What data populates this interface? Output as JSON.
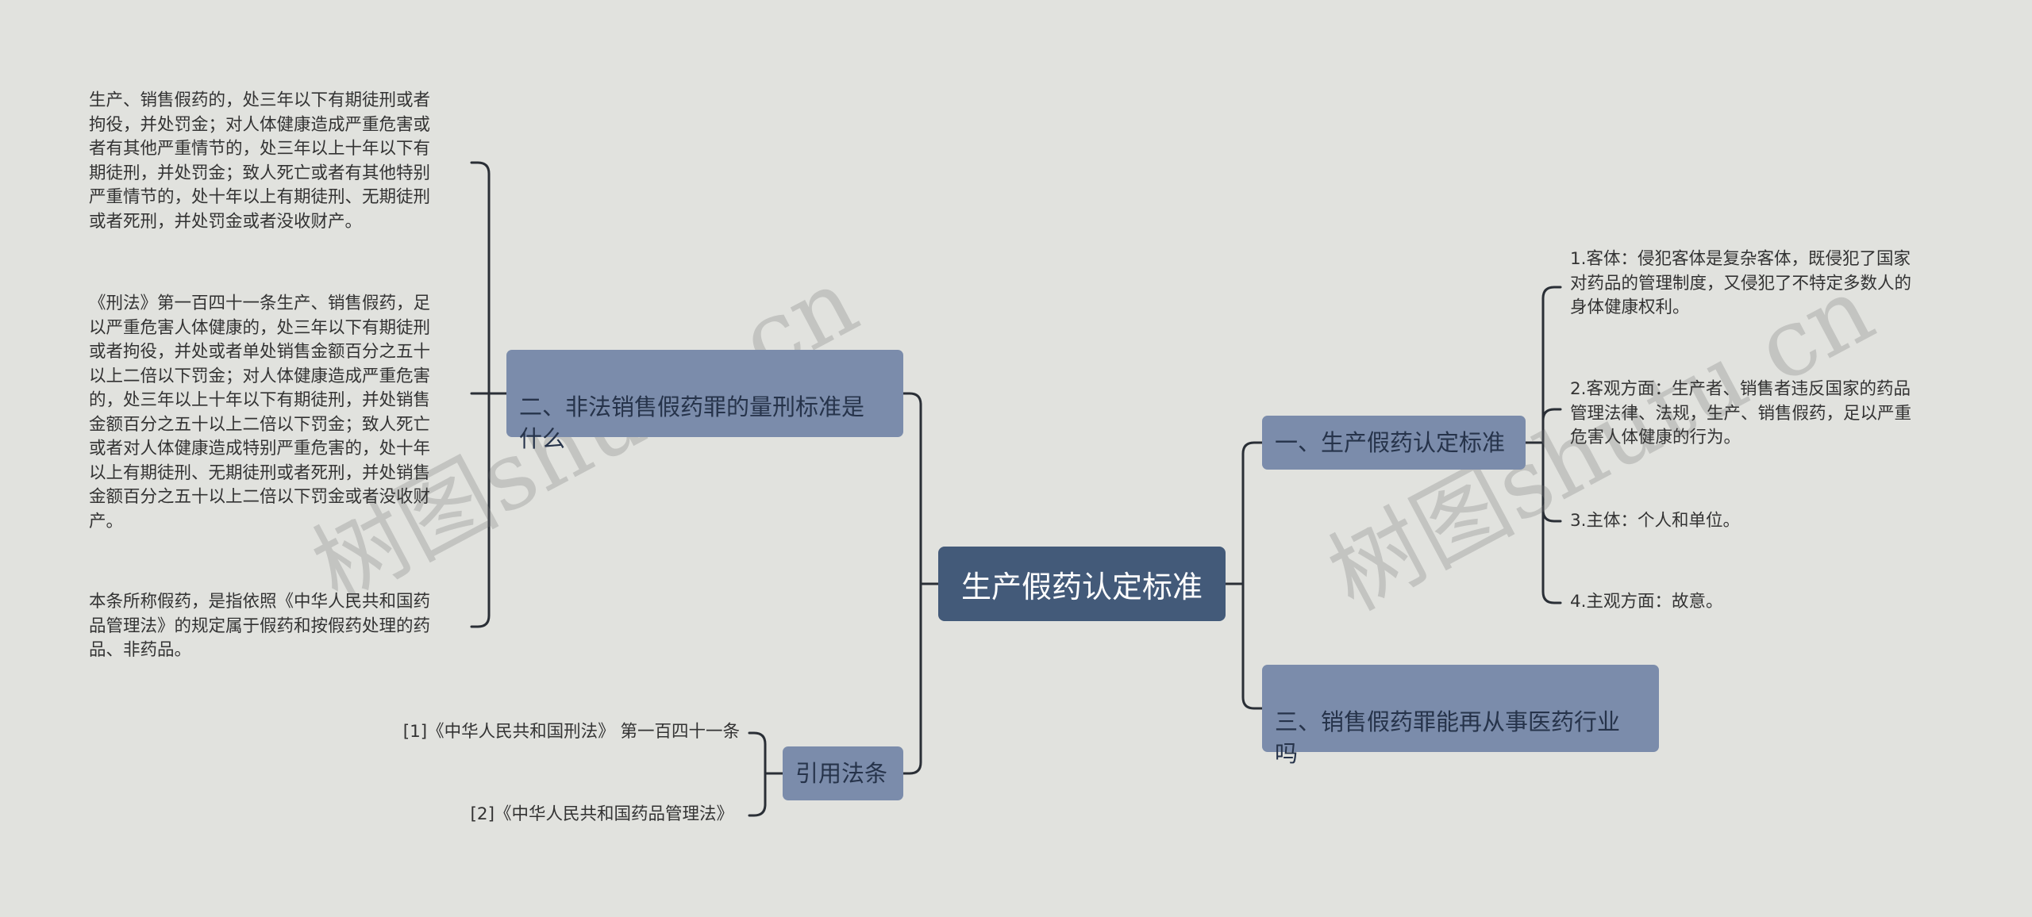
{
  "root": {
    "label": "生产假药认定标准"
  },
  "branches": {
    "b1": {
      "label": "一、生产假药认定标准",
      "children": [
        "1.客体：侵犯客体是复杂客体，既侵犯了国家\n对药品的管理制度，又侵犯了不特定多数人的\n身体健康权利。",
        "2.客观方面：生产者、销售者违反国家的药品\n管理法律、法规，生产、销售假药，足以严重\n危害人体健康的行为。",
        "3.主体：个人和单位。",
        "4.主观方面：故意。"
      ]
    },
    "b2": {
      "label": "二、非法销售假药罪的量刑标准是\n什么",
      "children": [
        "生产、销售假药的，处三年以下有期徒刑或者\n拘役，并处罚金；对人体健康造成严重危害或\n者有其他严重情节的，处三年以上十年以下有\n期徒刑，并处罚金；致人死亡或者有其他特别\n严重情节的，处十年以上有期徒刑、无期徒刑\n或者死刑，并处罚金或者没收财产。",
        "《刑法》第一百四十一条生产、销售假药，足\n以严重危害人体健康的，处三年以下有期徒刑\n或者拘役，并处或者单处销售金额百分之五十\n以上二倍以下罚金；对人体健康造成严重危害\n的，处三年以上十年以下有期徒刑，并处销售\n金额百分之五十以上二倍以下罚金；致人死亡\n或者对人体健康造成特别严重危害的，处十年\n以上有期徒刑、无期徒刑或者死刑，并处销售\n金额百分之五十以上二倍以下罚金或者没收财\n产。",
        "本条所称假药，是指依照《中华人民共和国药\n品管理法》的规定属于假药和按假药处理的药\n品、非药品。"
      ]
    },
    "b3": {
      "label": "三、销售假药罪能再从事医药行业\n吗"
    },
    "b4": {
      "label": "引用法条",
      "children": [
        "[1]《中华人民共和国刑法》 第一百四十一条",
        "[2]《中华人民共和国药品管理法》"
      ]
    }
  },
  "watermark": "树图shutu.cn",
  "colors": {
    "background": "#e1e2de",
    "root": "#435a79",
    "branch": "#7b8cab",
    "line": "#2a2f36"
  }
}
